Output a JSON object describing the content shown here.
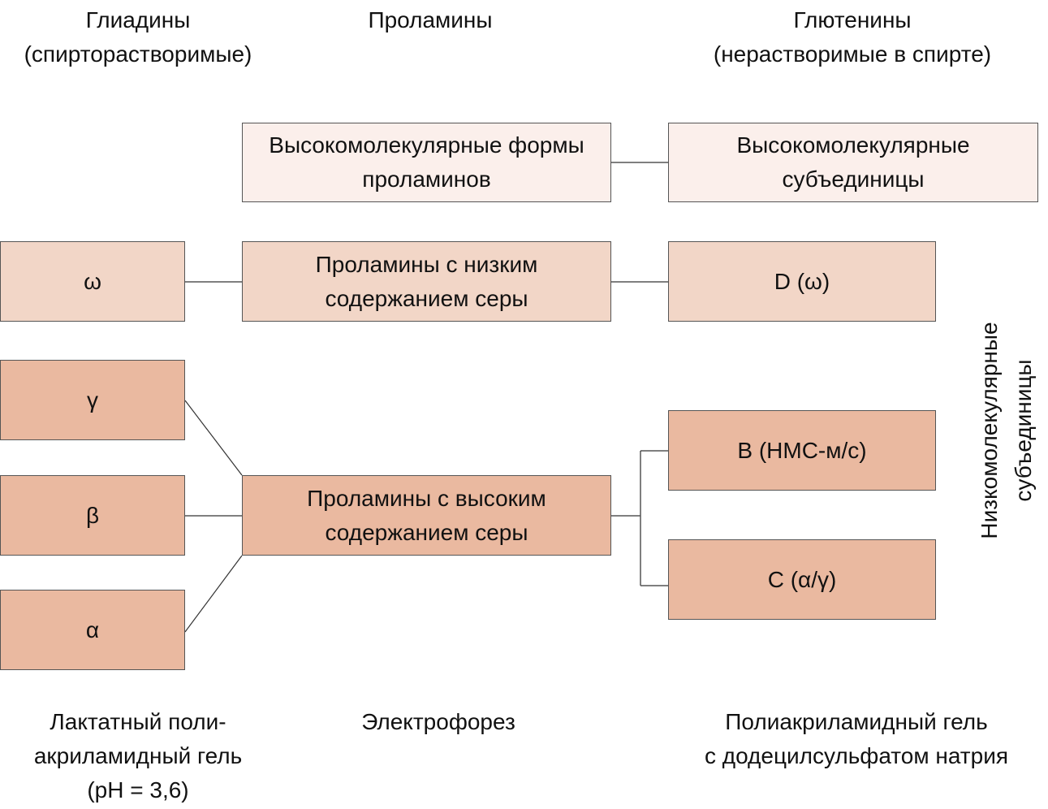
{
  "headers": {
    "gliadins": {
      "line1": "Глиадины",
      "line2": "(спирторастворимые)"
    },
    "prolamins": {
      "line1": "Проламины"
    },
    "glutenins": {
      "line1": "Глютенины",
      "line2": "(нерастворимые в спирте)"
    }
  },
  "side_label": {
    "line1": "Низкомолекулярные",
    "line2": "субъединицы"
  },
  "boxes": {
    "hmw_prolamins": {
      "line1": "Высокомолекулярные формы",
      "line2": "проламинов"
    },
    "hmw_subunits": {
      "line1": "Высокомолекулярные",
      "line2": "субъединицы"
    },
    "omega": {
      "line1": "ω"
    },
    "low_sulfur": {
      "line1": "Проламины с низким",
      "line2": "содержанием серы"
    },
    "d_omega": {
      "line1": "D (ω)"
    },
    "gamma": {
      "line1": "γ"
    },
    "beta": {
      "line1": "β"
    },
    "alpha": {
      "line1": "α"
    },
    "high_sulfur": {
      "line1": "Проламины с высоким",
      "line2": "содержанием серы"
    },
    "b_lmw": {
      "line1": "B (НМС-м/с)"
    },
    "c_alpha_gamma": {
      "line1": "C (α/γ)"
    }
  },
  "footers": {
    "left": {
      "line1": "Лактатный поли-",
      "line2": "акриламидный гель",
      "line3": "(pH = 3,6)"
    },
    "center": {
      "line1": "Электрофорез"
    },
    "right": {
      "line1": "Полиакриламидный гель",
      "line2": "с додецилсульфатом натрия"
    }
  },
  "colors": {
    "tier_high_molecular": "#fbefeb",
    "tier_low_sulfur": "#f2d6c7",
    "tier_high_sulfur": "#eab9a0",
    "border": "#555555",
    "connector": "#444444"
  }
}
